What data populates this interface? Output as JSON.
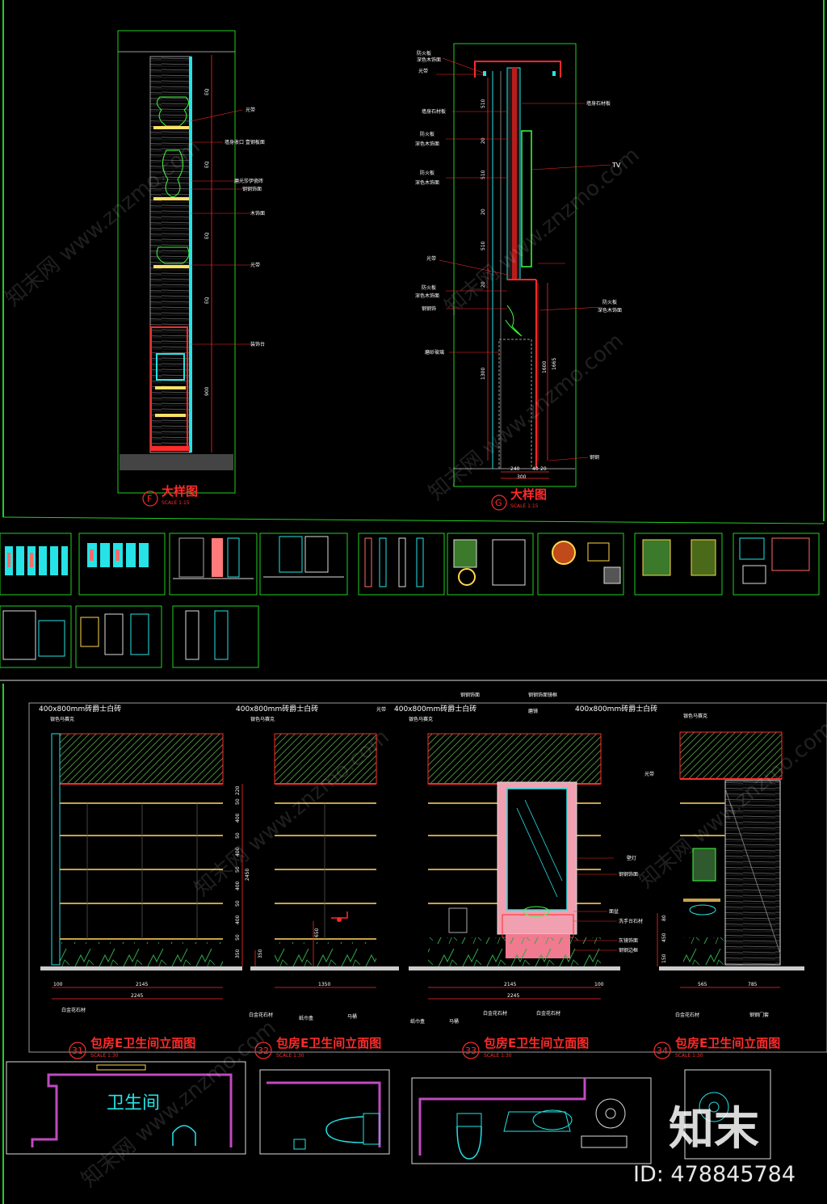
{
  "detail_f": {
    "number": "F",
    "title": "大样图",
    "scale": "SCALE 1:15",
    "dims": [
      "EQ",
      "EQ",
      "EQ",
      "EQ",
      "900"
    ],
    "labels": [
      "光带",
      "墙身收口 壹钢板面",
      "磨光莎伊瓷砖",
      "钢钢饰面",
      "木饰面",
      "光带",
      "装饰台"
    ]
  },
  "detail_g": {
    "number": "G",
    "title": "大样图",
    "scale": "SCALE 1:15",
    "top_labels": [
      "防火板",
      "深色木饰面",
      "光带"
    ],
    "left_labels": [
      "墙身石材板",
      "防火板",
      "深色木饰面",
      "防火板",
      "深色木饰面",
      "光带",
      "防火板",
      "深色木饰面",
      "钢钢饰",
      "磨砂玻璃"
    ],
    "right_labels": [
      "墙身石材板",
      "TV",
      "防火板",
      "深色木饰面",
      "钢钢"
    ],
    "vdims": [
      "510",
      "20",
      "510",
      "20",
      "510",
      "20",
      "1300",
      "1600",
      "1665"
    ],
    "hdims": [
      "240",
      "40",
      "20",
      "300"
    ]
  },
  "elevations": {
    "hdr_tiles": "400x800mm砖爵士白砖",
    "hdr_mosaic": "银色马赛克",
    "hdr_light": "光带",
    "hdr_steel": "钢钢饰面",
    "hdr_steel_frame": "钢钢饰面镜框",
    "hdr_mirror": "磨镜",
    "side_labels": [
      "壁灯",
      "钢钢饰面",
      "面盆",
      "洗手台石材",
      "灰镜饰面",
      "钢钢边框"
    ],
    "bottom_labels": [
      "白金花石材",
      "白金花石材",
      "纸巾盒",
      "马桶",
      "纸巾盒",
      "马桶",
      "白金花石材",
      "白金花石材",
      "白金花石材",
      "钢钢门套"
    ],
    "dims_left": [
      "220",
      "50",
      "400",
      "50",
      "400",
      "50",
      "400",
      "50",
      "400",
      "50",
      "350"
    ],
    "total_height": "2450",
    "dims_under": [
      "100",
      "2145",
      "2245",
      "350",
      "1350",
      "650",
      "2145",
      "2245",
      "100",
      "565",
      "785",
      "80",
      "450",
      "150"
    ],
    "views": [
      {
        "num": "31",
        "title": "包房E卫生间立面图",
        "scale": "SCALE 1:30"
      },
      {
        "num": "32",
        "title": "包房E卫生间立面图",
        "scale": "SCALE 1:30"
      },
      {
        "num": "33",
        "title": "包房E卫生间立面图",
        "scale": "SCALE 1:30"
      },
      {
        "num": "34",
        "title": "包房E卫生间立面图",
        "scale": "SCALE 1:30"
      }
    ]
  },
  "plan": {
    "room_label": "卫生间"
  },
  "watermark": "知末网 www.znzmo.com",
  "logo": "知末",
  "id_text": "ID: 478845784"
}
